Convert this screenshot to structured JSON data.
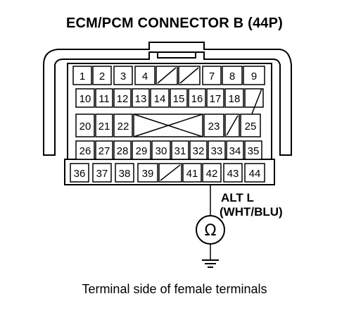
{
  "title": "ECM/PCM CONNECTOR B (44P)",
  "caption": "Terminal side of female terminals",
  "wire": {
    "terminal": "42",
    "label": "ALT L",
    "color": "(WHT/BLU)"
  },
  "meter": {
    "symbol": "Ω",
    "icon": "ohmmeter-icon"
  },
  "rows": [
    [
      "1",
      "2",
      "3",
      "4",
      "",
      "",
      "7",
      "8",
      "9"
    ],
    [
      "10",
      "11",
      "12",
      "13",
      "14",
      "15",
      "16",
      "17",
      "18",
      ""
    ],
    [
      "20",
      "21",
      "22",
      "",
      "23",
      "",
      "25"
    ],
    [
      "26",
      "27",
      "28",
      "29",
      "30",
      "31",
      "32",
      "33",
      "34",
      "35"
    ],
    [
      "36",
      "37",
      "38",
      "39",
      "",
      "41",
      "42",
      "43",
      "44"
    ]
  ]
}
